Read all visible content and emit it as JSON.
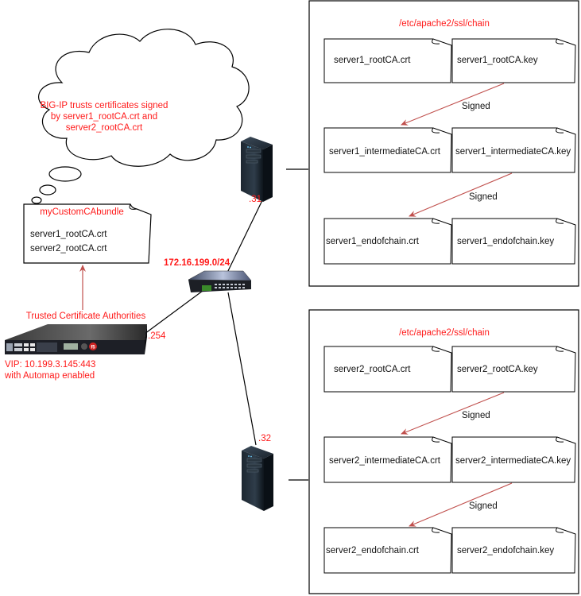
{
  "colors": {
    "label_red": "#ff1a1a",
    "arrow_red": "#c0504d",
    "line": "#000000"
  },
  "cloud": {
    "lines": [
      "BIG-IP trusts certificates signed",
      "by server1_rootCA.crt and",
      "server2_rootCA.crt"
    ]
  },
  "bundle": {
    "title": "myCustomCAbundle",
    "items": [
      "server1_rootCA.crt",
      "server2_rootCA.crt"
    ]
  },
  "trusted_label": "Trusted Certificate Authorities",
  "bigip": {
    "icon": "f5-appliance-icon",
    "ip_suffix": ".254",
    "vip_lines": [
      "VIP: 10.199.3.145:443",
      "with Automap enabled"
    ]
  },
  "switch": {
    "icon": "network-switch-icon",
    "subnet": "172.16.199.0/24"
  },
  "servers": [
    {
      "icon": "server-tower-icon",
      "ip_suffix": ".31",
      "path": "/etc/apache2/ssl/chain",
      "rows": [
        {
          "crt": "server1_rootCA.crt",
          "key": "server1_rootCA.key"
        },
        {
          "crt": "server1_intermediateCA.crt",
          "key": "server1_intermediateCA.key"
        },
        {
          "crt": "server1_endofchain.crt",
          "key": "server1_endofchain.key"
        }
      ],
      "signed_labels": [
        "Signed",
        "Signed"
      ]
    },
    {
      "icon": "server-tower-icon",
      "ip_suffix": ".32",
      "path": "/etc/apache2/ssl/chain",
      "rows": [
        {
          "crt": "server2_rootCA.crt",
          "key": "server2_rootCA.key"
        },
        {
          "crt": "server2_intermediateCA.crt",
          "key": "server2_intermediateCA.key"
        },
        {
          "crt": "server2_endofchain.crt",
          "key": "server2_endofchain.key"
        }
      ],
      "signed_labels": [
        "Signed",
        "Signed"
      ]
    }
  ]
}
